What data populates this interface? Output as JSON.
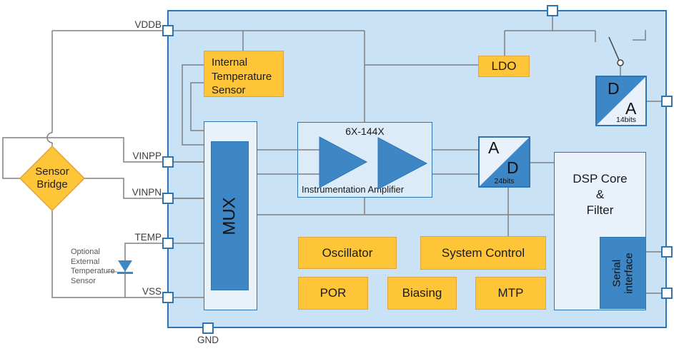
{
  "diagram": {
    "pins": {
      "vddb": "VDDB",
      "vinpp": "VINPP",
      "vinpn": "VINPN",
      "temp": "TEMP",
      "vss": "VSS",
      "gnd": "GND"
    },
    "external": {
      "sensor_bridge": "Sensor\nBridge",
      "optional_sensor": "Optional\nExternal\nTemperature\nSensor"
    },
    "blocks": {
      "internal_temp_sensor": "Internal\nTemperature\nSensor",
      "mux": "MUX",
      "amplifier": {
        "gain": "6X-144X",
        "label": "Instrumentation Amplifier"
      },
      "ldo": "LDO",
      "adc": {
        "letter_top": "A",
        "letter_bottom": "D",
        "bits": "24bits"
      },
      "dac": {
        "letter_top": "D",
        "letter_bottom": "A",
        "bits": "14bits"
      },
      "dsp": "DSP Core\n&\nFilter",
      "serial": "Serial\ninterface",
      "oscillator": "Oscillator",
      "system_control": "System Control",
      "por": "POR",
      "biasing": "Biasing",
      "mtp": "MTP"
    },
    "colors": {
      "chip_background": "#c9e2f5",
      "chip_border": "#2e75b6",
      "block_light": "#e9f1fb",
      "block_dark_blue": "#3e87c7",
      "block_yellow": "#fdc537",
      "yellow_border": "#dfa23c",
      "wire_gray": "#808080",
      "switch_dark": "#404040"
    }
  }
}
